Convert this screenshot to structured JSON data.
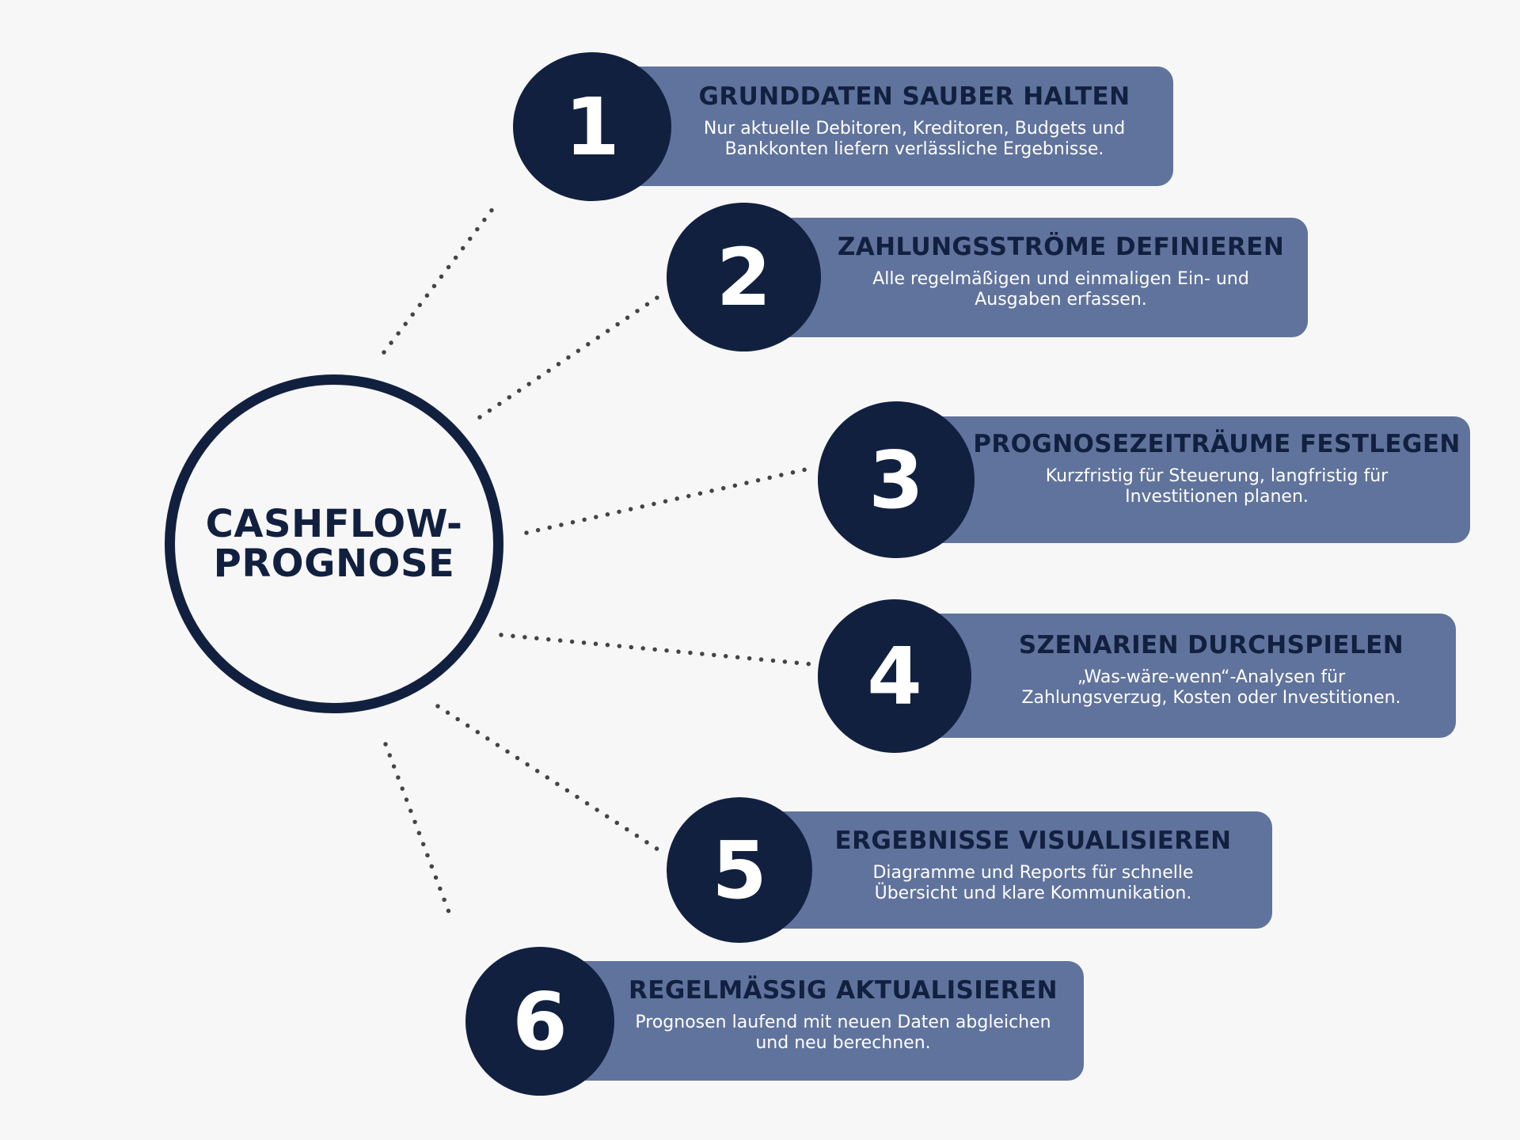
{
  "center": {
    "title_line1": "CASHFLOW-",
    "title_line2": "PROGNOSE"
  },
  "colors": {
    "navy": "#122040",
    "slate": "#60739c",
    "background": "#f7f7f7",
    "connector": "#444444"
  },
  "steps": [
    {
      "number": "1",
      "title": "GRUNDDATEN SAUBER HALTEN",
      "desc_line1": "Nur aktuelle Debitoren, Kreditoren, Budgets und",
      "desc_line2": "Bankkonten liefern verlässliche Ergebnisse."
    },
    {
      "number": "2",
      "title": "ZAHLUNGSSTRÖME DEFINIEREN",
      "desc_line1": "Alle regelmäßigen und einmaligen Ein- und",
      "desc_line2": "Ausgaben erfassen."
    },
    {
      "number": "3",
      "title": "PROGNOSEZEITRÄUME FESTLEGEN",
      "desc_line1": "Kurzfristig für Steuerung, langfristig für",
      "desc_line2": "Investitionen planen."
    },
    {
      "number": "4",
      "title": "SZENARIEN DURCHSPIELEN",
      "desc_line1": "„Was-wäre-wenn“-Analysen für",
      "desc_line2": "Zahlungsverzug, Kosten oder Investitionen."
    },
    {
      "number": "5",
      "title": "ERGEBNISSE VISUALISIEREN",
      "desc_line1": "Diagramme und Reports für schnelle",
      "desc_line2": "Übersicht und klare Kommunikation."
    },
    {
      "number": "6",
      "title": "REGELMÄSSIG AKTUALISIEREN",
      "desc_line1": "Prognosen laufend mit neuen Daten abgleichen",
      "desc_line2": "und neu berechnen."
    }
  ]
}
